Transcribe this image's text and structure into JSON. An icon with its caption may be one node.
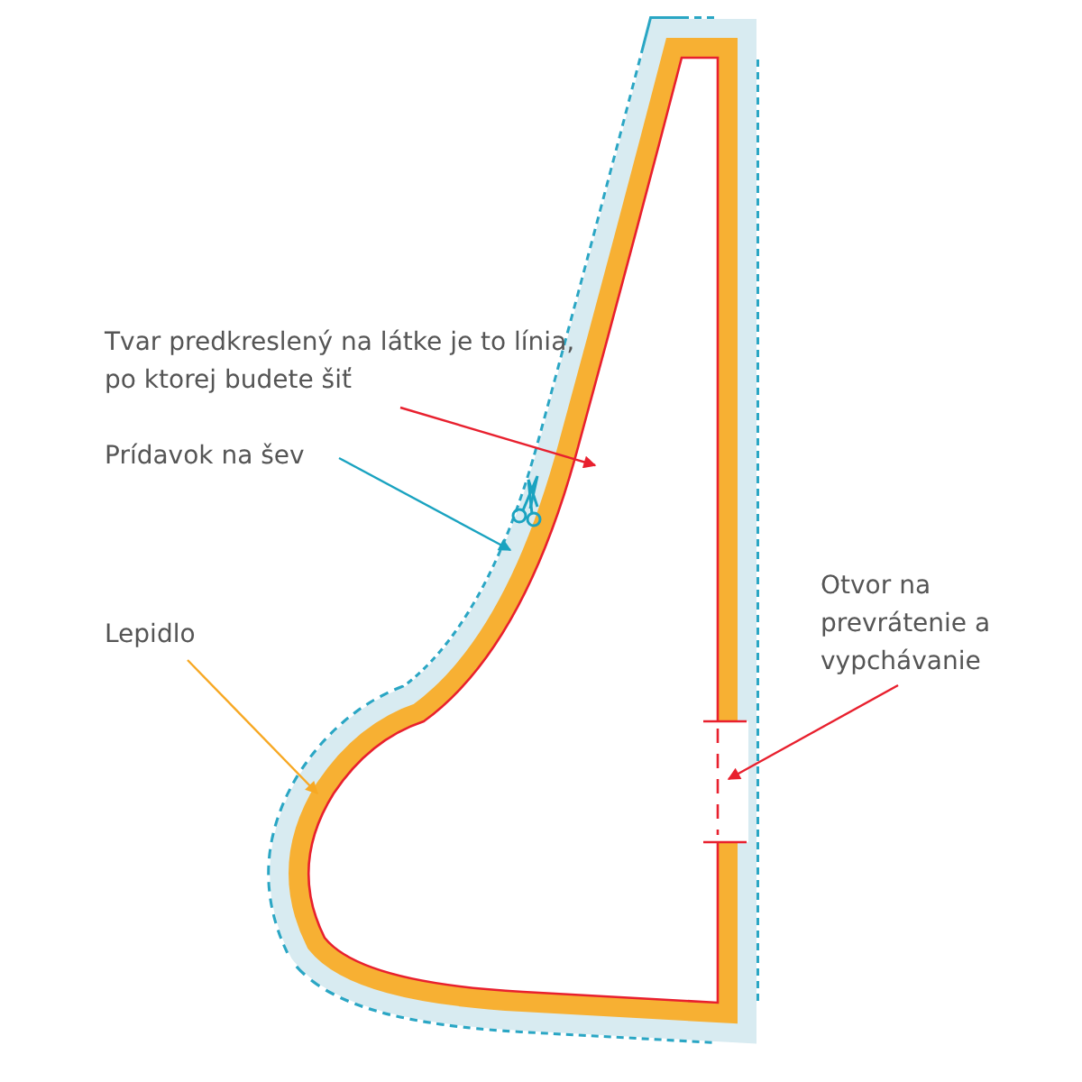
{
  "diagram": {
    "nodes": [
      {
        "text": [
          "Tvar predkreslený na látke je to línia, po ktorej budete šiť"
        ]
      },
      {
        "text": [
          "Prídavok na šev"
        ]
      },
      {
        "text": [
          "Lepidlo"
        ]
      },
      {
        "text": [
          "Otvor na prevrátenie a vypchávanie"
        ]
      },
      {
        "text": [],
        "shape": "line"
      },
      {
        "text": [],
        "shape": "band"
      },
      {
        "text": [],
        "shape": "band"
      },
      {
        "text": [],
        "shape": "box"
      }
    ],
    "edges": [
      {
        "from": 0,
        "to": 4,
        "arrow": "to",
        "color": "#e8202e"
      },
      {
        "from": 1,
        "to": 5,
        "arrow": "to",
        "color": "#1aa3c0"
      },
      {
        "from": 2,
        "to": 6,
        "arrow": "to",
        "color": "#f7a823"
      },
      {
        "from": 3,
        "to": 7,
        "arrow": "to",
        "color": "#e8202e"
      }
    ]
  }
}
